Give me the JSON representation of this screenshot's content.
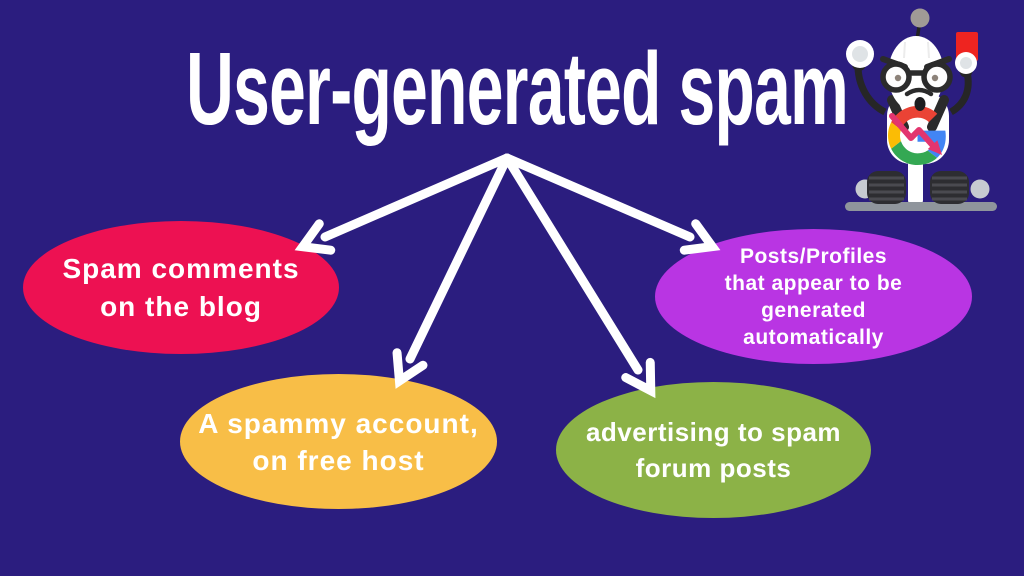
{
  "title": "User-generated spam",
  "colors": {
    "background": "#2B1D7F",
    "text": "#FFFFFF",
    "arrow": "#FFFFFF",
    "node_red": "#ED1152",
    "node_orange": "#F8BE47",
    "node_green": "#8CB247",
    "node_purple": "#B935E3",
    "google_red": "#EA4335",
    "google_yellow": "#FBBC05",
    "google_green": "#34A853",
    "google_blue": "#4285F4",
    "trend_arrow": "#E3356F",
    "card_red": "#EE2420"
  },
  "nodes": [
    {
      "id": "spam-comments",
      "color_key": "node_red",
      "lines": [
        "Spam comments",
        "on the blog"
      ]
    },
    {
      "id": "spammy-account",
      "color_key": "node_orange",
      "lines": [
        "A spammy account,",
        "on free host"
      ]
    },
    {
      "id": "forum-advertising",
      "color_key": "node_green",
      "lines": [
        "advertising to spam",
        "forum posts"
      ]
    },
    {
      "id": "auto-generated",
      "color_key": "node_purple",
      "lines": [
        "Posts/Profiles",
        "that appear to be",
        "generated",
        "automatically"
      ]
    }
  ],
  "edges": [
    {
      "from": "title",
      "to": "spam-comments"
    },
    {
      "from": "title",
      "to": "spammy-account"
    },
    {
      "from": "title",
      "to": "forum-advertising"
    },
    {
      "from": "title",
      "to": "auto-generated"
    }
  ],
  "mascot": {
    "name": "angry-google-robot",
    "icons": [
      "robot-antenna-icon",
      "robot-glasses-icon",
      "red-card-icon",
      "google-g-icon",
      "downward-trend-arrow-icon",
      "tank-treads-icon"
    ]
  }
}
